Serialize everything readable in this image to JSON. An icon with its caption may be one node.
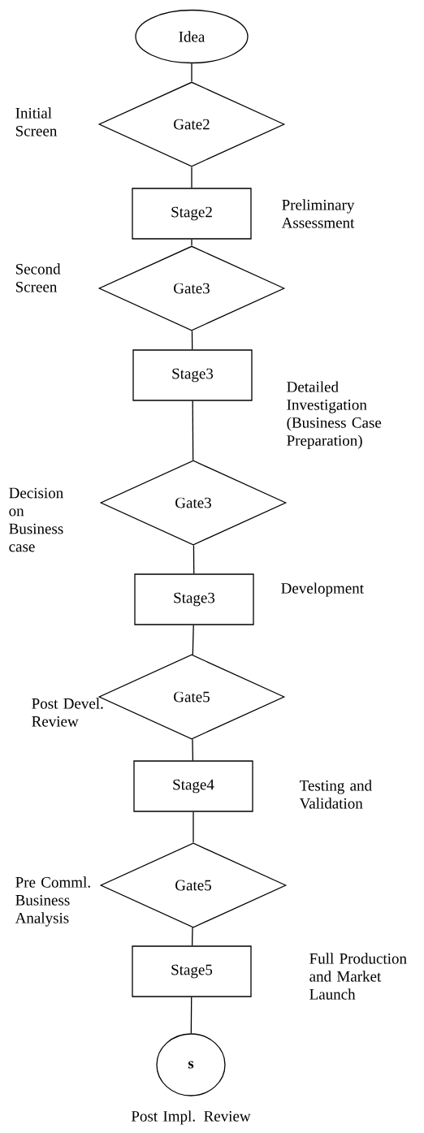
{
  "diagram": {
    "nodes": [
      {
        "text": [
          "Idea"
        ]
      },
      {
        "text": [
          "Gate2"
        ],
        "beside": [
          "Initial Screen"
        ]
      },
      {
        "text": [
          "Stage2"
        ]
      },
      {
        "text": [
          "Gate3"
        ],
        "beside": [
          "Second Screen"
        ]
      },
      {
        "text": [
          "Stage3"
        ]
      },
      {
        "text": [
          "Gate3"
        ],
        "beside": [
          "Decision on Business case"
        ]
      },
      {
        "text": [
          "Stage3"
        ],
        "beside": [
          "Development"
        ]
      },
      {
        "text": [
          "Gate5"
        ],
        "beside": [
          "Post Devel. Review"
        ]
      },
      {
        "text": [
          "Stage4"
        ],
        "beside": [
          "Testing and Validation"
        ]
      },
      {
        "text": [
          "Gate5"
        ],
        "beside": [
          "Pre Comml. Business Analysis"
        ]
      },
      {
        "text": [
          "Stage5"
        ]
      },
      {
        "text": [
          "s"
        ],
        "beside": [
          "Post Impl. Review"
        ]
      }
    ],
    "edges": [
      {
        "from": 0,
        "to": 1,
        "arrow": "none"
      },
      {
        "from": 1,
        "to": 2,
        "arrow": "none"
      },
      {
        "from": 2,
        "to": 3,
        "arrow": "none"
      },
      {
        "from": 3,
        "to": 4,
        "arrow": "none"
      },
      {
        "from": 4,
        "to": 5,
        "arrow": "none"
      },
      {
        "from": 5,
        "to": 6,
        "arrow": "none"
      },
      {
        "from": 6,
        "to": 7,
        "arrow": "none"
      },
      {
        "from": 7,
        "to": 8,
        "arrow": "none"
      },
      {
        "from": 8,
        "to": 9,
        "arrow": "none"
      },
      {
        "from": 9,
        "to": 10,
        "arrow": "none"
      },
      {
        "from": 10,
        "to": 11,
        "arrow": "none"
      }
    ],
    "labels": [
      "Preliminary Assessment",
      "Detailed Investigation (Business Case Preparation)",
      "Full Production and Market Launch"
    ]
  }
}
